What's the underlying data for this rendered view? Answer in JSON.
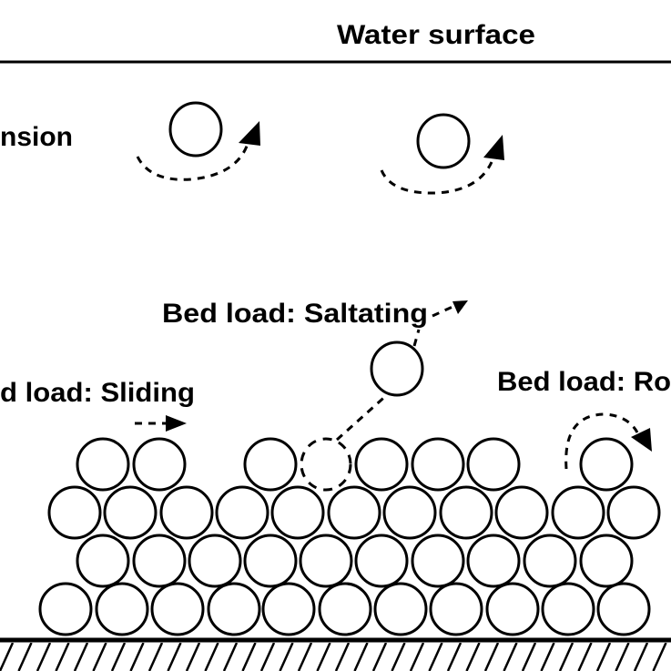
{
  "labels": {
    "water_surface": "Water surface",
    "suspension": "nsion",
    "saltating": "Bed load: Saltating",
    "sliding": "d load: Sliding",
    "rolling": "Bed load: Ro"
  },
  "colors": {
    "stroke": "#000000",
    "background": "#ffffff"
  }
}
